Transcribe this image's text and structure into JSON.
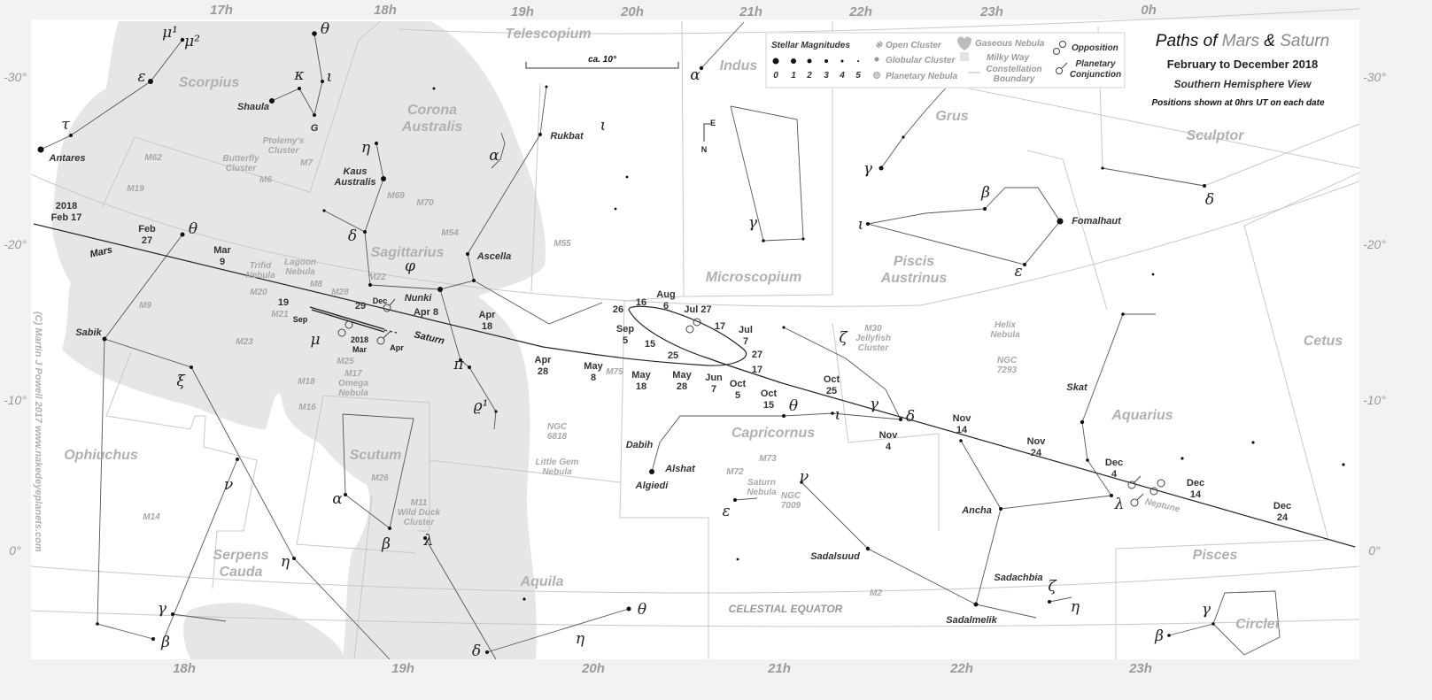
{
  "title": {
    "line1_prefix": "Paths of ",
    "line1_mars": "Mars",
    "line1_amp": " & ",
    "line1_saturn": "Saturn",
    "line2": "February to December 2018",
    "line3": "Southern Hemisphere View",
    "line4": "Positions shown at 0hrs UT on each date"
  },
  "copyright": "(C) Martin J Powell 2017   www.nakedeyeplanets.com",
  "scale_label": "ca. 10°",
  "compass": {
    "east": "E",
    "north": "N"
  },
  "legend": {
    "magnitudes_title": "Stellar Magnitudes",
    "magnitudes": [
      "0",
      "1",
      "2",
      "3",
      "4",
      "5"
    ],
    "open_cluster": "Open Cluster",
    "globular_cluster": "Globular Cluster",
    "planetary_nebula": "Planetary Nebula",
    "gaseous_nebula": "Gaseous Nebula",
    "milky_way": "Milky Way",
    "boundary": [
      "Constellation",
      "Boundary"
    ],
    "opposition": "Opposition",
    "conjunction": [
      "Planetary",
      "Conjunction"
    ]
  },
  "ra_top": [
    "17h",
    "18h",
    "19h",
    "20h",
    "21h",
    "22h",
    "23h",
    "0h"
  ],
  "ra_bottom": [
    "18h",
    "19h",
    "20h",
    "21h",
    "22h",
    "23h"
  ],
  "dec_left": [
    "-30°",
    "-20°",
    "-10°",
    "0°"
  ],
  "dec_right": [
    "-30°",
    "-20°",
    "-10°",
    "0°"
  ],
  "constellations": [
    "Telescopium",
    "Indus",
    "Scorpius",
    [
      "Corona",
      "Australis"
    ],
    "Grus",
    "Sculptor",
    "Sagittarius",
    "Microscopium",
    [
      "Piscis",
      "Austrinus"
    ],
    "Cetus",
    "Ophiuchus",
    "Scutum",
    "Capricornus",
    "Aquarius",
    [
      "Serpens",
      "Cauda"
    ],
    "Aquila",
    "Pisces"
  ],
  "asterisms": [
    "Circlet"
  ],
  "celestial_equator": "CELESTIAL EQUATOR",
  "star_names": [
    "Antares",
    "Shaula",
    "G",
    [
      "Kaus",
      "Australis"
    ],
    "Rukbat",
    "Ascella",
    "Nunki",
    "Sabik",
    "Fomalhaut",
    "Skat",
    "Dabih",
    "Alshat",
    "Algiedi",
    "Ancha",
    "Sadalsuud",
    "Sadachbia",
    "Sadalmelik"
  ],
  "greek": [
    "τ",
    "ε",
    "μ¹",
    "μ²",
    "θ",
    "κ",
    "ι",
    "η",
    "α",
    "ι",
    "α",
    "γ",
    "δ",
    "φ",
    "μ",
    "π",
    "ϱ¹",
    "θ",
    "ξ",
    "ν",
    "η",
    "α",
    "β",
    "λ",
    "γ",
    "β",
    "δ",
    "η",
    "θ",
    "ε",
    "ν",
    "θ",
    "ι",
    "ζ",
    "γ",
    "δ",
    "γ",
    "β",
    "ι",
    "ε",
    "δ",
    "λ",
    "ζ",
    "η",
    "γ",
    "β"
  ],
  "deep_sky": [
    "M62",
    "M19",
    "M9",
    "M14",
    [
      "Ptolemy's",
      "Cluster"
    ],
    "M7",
    [
      "Butterfly",
      "Cluster"
    ],
    "M6",
    "M69",
    "M70",
    "M54",
    "M55",
    [
      "Trifid",
      "Nebula"
    ],
    [
      "Lagoon",
      "Nebula"
    ],
    "M8",
    "M20",
    "M21",
    "M28",
    "M22",
    "M23",
    "M25",
    "M18",
    [
      "M17",
      "Omega",
      "Nebula"
    ],
    "M16",
    "M26",
    [
      "M11",
      "Wild Duck",
      "Cluster"
    ],
    "M75",
    [
      "NGC",
      "6818"
    ],
    [
      "Little Gem",
      "Nebula"
    ],
    "M72",
    "M73",
    [
      "Saturn",
      "Nebula"
    ],
    [
      "NGC",
      "7009"
    ],
    [
      "M30",
      "Jellyfish",
      "Cluster"
    ],
    [
      "Helix",
      "Nebula"
    ],
    [
      "NGC",
      "7293"
    ],
    "M2"
  ],
  "mars_dates": [
    [
      "2018",
      "Feb 17"
    ],
    [
      "Feb",
      "27"
    ],
    [
      "Mar",
      "9"
    ],
    "19",
    "29",
    "Apr 8",
    [
      "Apr",
      "18"
    ],
    [
      "Apr",
      "28"
    ],
    [
      "May",
      "8"
    ],
    [
      "May",
      "18"
    ],
    [
      "May",
      "28"
    ],
    [
      "Jun",
      "7"
    ],
    [
      "Jul",
      "7"
    ],
    "17",
    "Jul 27",
    [
      "Aug",
      "6"
    ],
    "16",
    "26",
    [
      "Sep",
      "5"
    ],
    "15",
    "25",
    "27",
    "17",
    [
      "Oct",
      "5"
    ],
    [
      "Oct",
      "15"
    ],
    [
      "Oct",
      "25"
    ],
    [
      "Nov",
      "4"
    ],
    [
      "Nov",
      "14"
    ],
    [
      "Nov",
      "24"
    ],
    [
      "Dec",
      "4"
    ],
    [
      "Dec",
      "14"
    ],
    [
      "Dec",
      "24"
    ]
  ],
  "saturn_dates": [
    "Sep",
    [
      "2018",
      "Mar"
    ],
    "Apr",
    "Dec"
  ],
  "planet_labels": {
    "mars": "Mars",
    "saturn": "Saturn",
    "neptune": "Neptune"
  },
  "colors": {
    "milky_way": "#e6e6e6",
    "background": "#ffffff",
    "boundary": "#c4c4c4",
    "path": "#222222"
  }
}
